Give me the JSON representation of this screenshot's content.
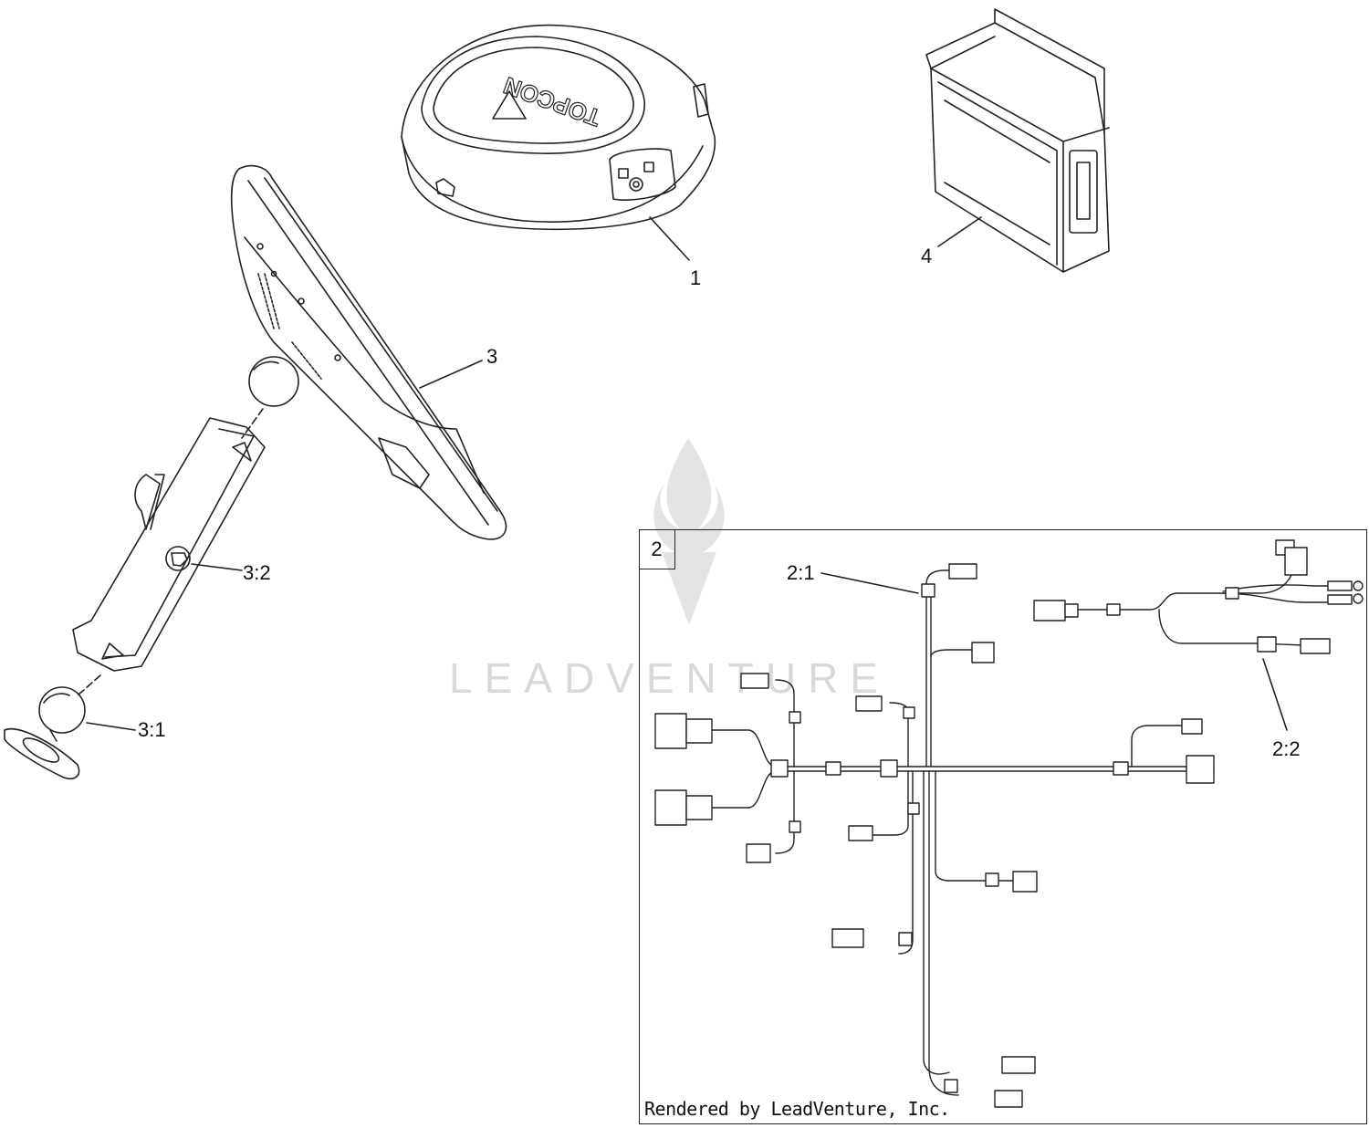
{
  "diagram": {
    "callouts": {
      "c1": "1",
      "c3": "3",
      "c3_2": "3:2",
      "c3_1": "3:1",
      "c4": "4",
      "c2_1": "2:1",
      "c2_2": "2:2"
    },
    "inset_label": "2",
    "rendered_by": "Rendered by LeadVenture, Inc.",
    "watermark": "LEADVENTURE",
    "receiver_brand": "TOPCON"
  },
  "colors": {
    "line": "#222222",
    "watermark": "#d9d9d9",
    "background": "#ffffff"
  }
}
